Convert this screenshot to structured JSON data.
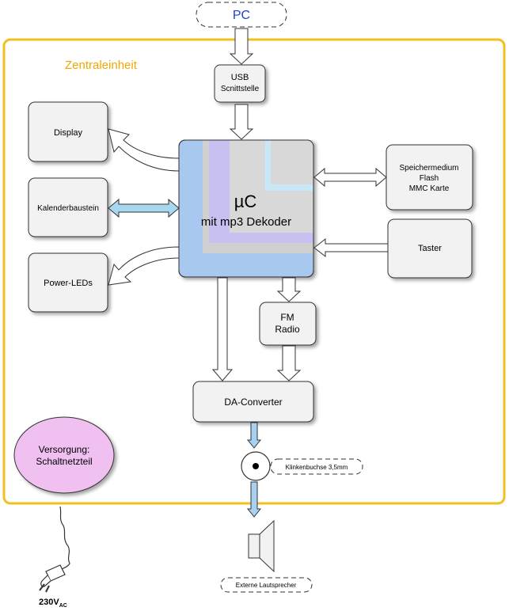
{
  "pc": {
    "label": "PC"
  },
  "container": {
    "title": "Zentraleinheit"
  },
  "blocks": {
    "usb": {
      "line1": "USB",
      "line2": "Scnittstelle"
    },
    "display": {
      "label": "Display"
    },
    "kalender": {
      "label": "Kalenderbaustein"
    },
    "power_leds": {
      "label": "Power-LEDs"
    },
    "mcu": {
      "line1": "µC",
      "line2": "mit mp3 Dekoder"
    },
    "speicher": {
      "line1": "Speichermedium",
      "line2": "Flash",
      "line3": "MMC Karte"
    },
    "taster": {
      "label": "Taster"
    },
    "fm": {
      "line1": "FM",
      "line2": "Radio"
    },
    "dac": {
      "label": "DA-Converter"
    },
    "versorgung": {
      "line1": "Versorgung:",
      "line2": "Schaltnetzteil"
    }
  },
  "klinke": {
    "label": "Klinkenbuchse 3,5mm"
  },
  "lautsprecher": {
    "label": "Externe Lautsprecher"
  },
  "power_plug": {
    "voltage": "230V",
    "subscript": "AC"
  },
  "colors": {
    "container_border": "#f0c020",
    "container_title": "#f0a800",
    "pc_text": "#2040d0",
    "mcu_blue": "#a8c8f0",
    "mcu_gray": "#d0d0d0",
    "mcu_lavender": "#c8c0f0",
    "versorgung_fill": "#f0c0f0",
    "audio_arrow": "#a8d0f0"
  }
}
